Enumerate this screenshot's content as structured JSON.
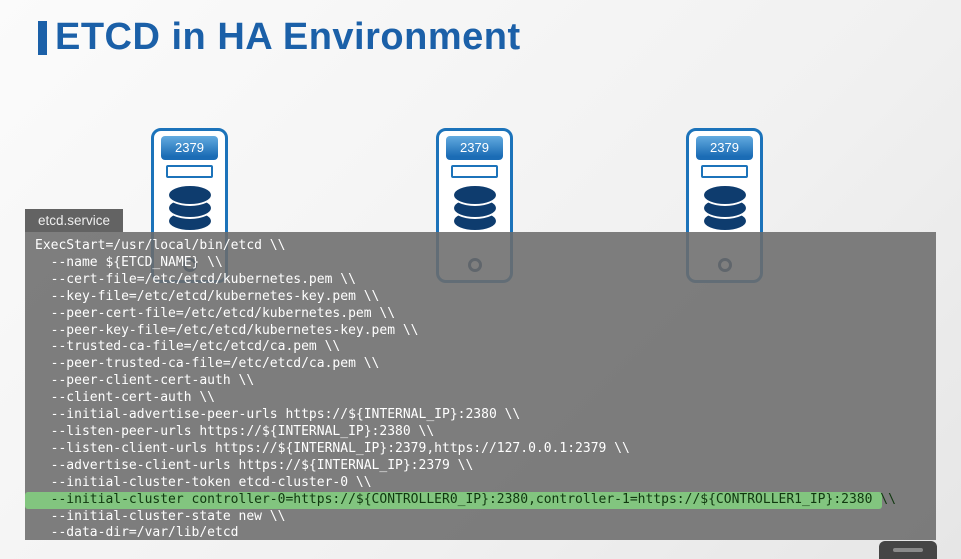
{
  "title": "ETCD in HA Environment",
  "colors": {
    "accent-blue": "#1b60a8",
    "server-border": "#1c73ba",
    "db-fill": "#0e3c6e",
    "panel-gray": "rgba(108,108,108,0.88)",
    "tab-gray": "#636363",
    "highlight-green": "#82c57f",
    "highlight-text": "#10380f",
    "code-text": "#ffffff"
  },
  "servers": [
    {
      "port": "2379"
    },
    {
      "port": "2379"
    },
    {
      "port": "2379"
    }
  ],
  "code_panel": {
    "tab": "etcd.service",
    "lines": [
      {
        "text": "ExecStart=/usr/local/bin/etcd \\\\",
        "highlight": false
      },
      {
        "text": "  --name ${ETCD_NAME} \\\\",
        "highlight": false
      },
      {
        "text": "  --cert-file=/etc/etcd/kubernetes.pem \\\\",
        "highlight": false
      },
      {
        "text": "  --key-file=/etc/etcd/kubernetes-key.pem \\\\",
        "highlight": false
      },
      {
        "text": "  --peer-cert-file=/etc/etcd/kubernetes.pem \\\\",
        "highlight": false
      },
      {
        "text": "  --peer-key-file=/etc/etcd/kubernetes-key.pem \\\\",
        "highlight": false
      },
      {
        "text": "  --trusted-ca-file=/etc/etcd/ca.pem \\\\",
        "highlight": false
      },
      {
        "text": "  --peer-trusted-ca-file=/etc/etcd/ca.pem \\\\",
        "highlight": false
      },
      {
        "text": "  --peer-client-cert-auth \\\\",
        "highlight": false
      },
      {
        "text": "  --client-cert-auth \\\\",
        "highlight": false
      },
      {
        "text": "  --initial-advertise-peer-urls https://${INTERNAL_IP}:2380 \\\\",
        "highlight": false
      },
      {
        "text": "  --listen-peer-urls https://${INTERNAL_IP}:2380 \\\\",
        "highlight": false
      },
      {
        "text": "  --listen-client-urls https://${INTERNAL_IP}:2379,https://127.0.0.1:2379 \\\\",
        "highlight": false
      },
      {
        "text": "  --advertise-client-urls https://${INTERNAL_IP}:2379 \\\\",
        "highlight": false
      },
      {
        "text": "  --initial-cluster-token etcd-cluster-0 \\\\",
        "highlight": false
      },
      {
        "text": "  --initial-cluster controller-0=https://${CONTROLLER0_IP}:2380,controller-1=https://${CONTROLLER1_IP}:2380 \\\\",
        "highlight": true
      },
      {
        "text": "  --initial-cluster-state new \\\\",
        "highlight": false
      },
      {
        "text": "  --data-dir=/var/lib/etcd",
        "highlight": false
      }
    ]
  }
}
